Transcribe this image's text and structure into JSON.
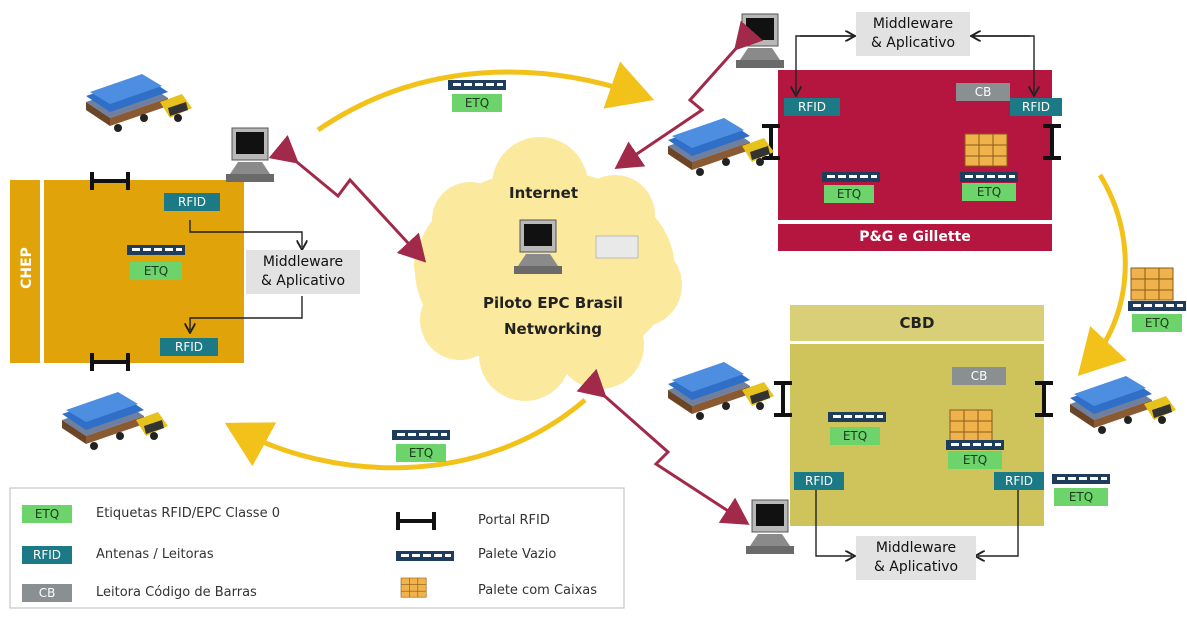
{
  "nodes": {
    "chep": {
      "label": "CHEP",
      "rfid_top": "RFID",
      "rfid_bottom": "RFID",
      "etq": "ETQ",
      "middleware": [
        "Middleware",
        "& Aplicativo"
      ]
    },
    "internet": {
      "title": "Internet",
      "caption": [
        "Piloto EPC Brasil",
        "Networking"
      ]
    },
    "pg": {
      "label": "P&G e Gillette",
      "rfid_left": "RFID",
      "rfid_right": "RFID",
      "cb": "CB",
      "etq_left": "ETQ",
      "etq_right": "ETQ",
      "middleware": [
        "Middleware",
        "& Aplicativo"
      ]
    },
    "cbd": {
      "label": "CBD",
      "rfid_left": "RFID",
      "rfid_right": "RFID",
      "cb": "CB",
      "etq_left": "ETQ",
      "etq_right": "ETQ",
      "etq_outside": "ETQ",
      "middleware": [
        "Middleware",
        "& Aplicativo"
      ]
    }
  },
  "flow_tags": {
    "top": "ETQ",
    "right": "ETQ",
    "bottom": "ETQ"
  },
  "legend": [
    {
      "tag": "ETQ",
      "text": "Etiquetas RFID/EPC Classe 0"
    },
    {
      "tag": "RFID",
      "text": "Antenas / Leitoras"
    },
    {
      "tag": "CB",
      "text": "Leitora Código de Barras"
    },
    {
      "icon": "portal-rfid-icon",
      "text": "Portal RFID"
    },
    {
      "icon": "empty-pallet-icon",
      "text": "Palete Vazio"
    },
    {
      "icon": "pallet-boxes-icon",
      "text": "Palete com Caixas"
    }
  ],
  "colors": {
    "chep": "#e0a30a",
    "pg": "#b5163f",
    "cbd": "#cfc45c",
    "cbd_header": "#d8cf78",
    "cloud": "#fbe99e",
    "flow_arrow": "#f2c21a",
    "network_arrow": "#a12a4a",
    "etq": "#6cd46a",
    "rfid": "#1b7a86",
    "cb": "#8a8f92",
    "middleware": "#e2e2e2"
  }
}
